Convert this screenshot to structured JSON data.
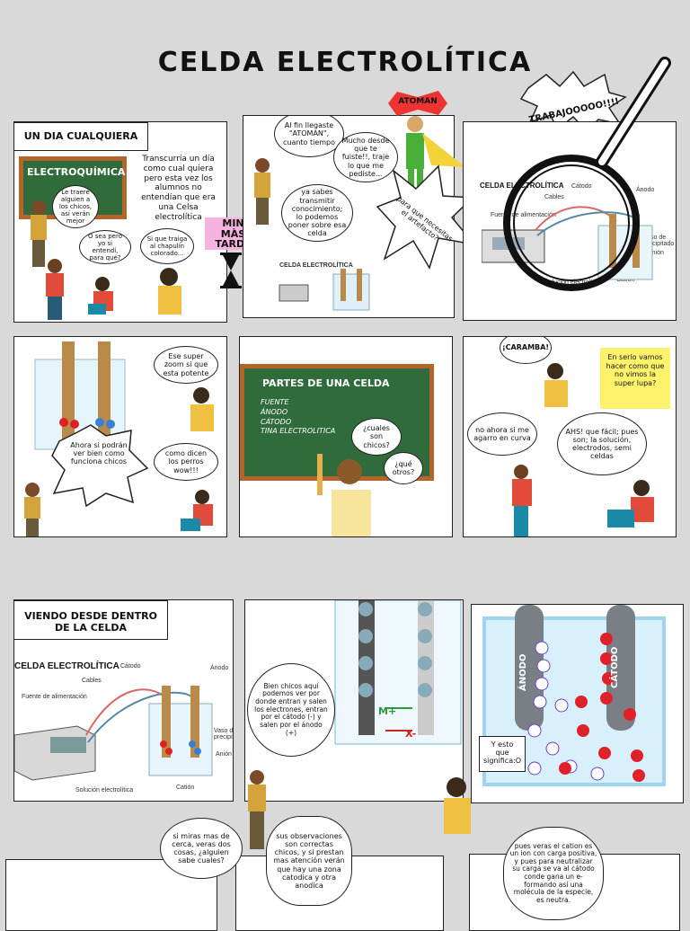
{
  "title": "CELDA ELECTROLÍTICA",
  "exclaim": "TRABAJOOOOO!!!!",
  "hero_tag": "ATOMAN",
  "time_tag": "MIN MÀS TARDE",
  "p1": {
    "caption": "UN DIA CUALQUIERA",
    "board": "ELECTROQUÍMICA",
    "narration": "Transcurría un día como cual quiera pero esta vez los alumnos no entendían que era una Celsa electrolítica",
    "b_teacher": "Le traeré alguien a los chicos, así verán mejor",
    "b_student1": "O sea pero yo si entendí, para qué?",
    "b_student2": "Si que traiga al chapulín colorado..."
  },
  "p2": {
    "b1": "Al fin llegaste \"ATOMAN\", cuanto tiempo",
    "b2": "Mucho desde que te fuiste!!, traje lo que me pediste...",
    "b3": "ya sabes transmitir conocimiento; lo podemos poner sobre esa celda",
    "b4": "para que necesitas el artefacto?",
    "mini_title": "CELDA ELECTROLÍTICA"
  },
  "p3": {
    "diagram_title": "CELDA ELECTROLÍTICA",
    "labels": [
      "Fuente de alimentación",
      "Cables",
      "Cátodo",
      "Ánodo",
      "Vaso de precipitado",
      "Anión",
      "Solución electrolítica",
      "Catión"
    ]
  },
  "p4": {
    "b1": "Ese super zoom si que esta potente",
    "b2": "Ahora si podrán ver bien como funciona chicos",
    "b3": "como dicen los perros wow!!!"
  },
  "p5": {
    "board_title": "PARTES DE UNA CELDA",
    "items": [
      "FUENTE",
      "ÁNODO",
      "CÁTODO",
      "TINA ELECTROLITICA"
    ],
    "b1": "¿cuales son chicos?",
    "b2": "¿qué otros?"
  },
  "p6": {
    "b1": "¡CARAMBA!",
    "note": "En serio vamos hacer como que no vimos la super lupa?",
    "b2": "no ahora si me agarro en curva",
    "b3": "AHS! que fácil; pues son; la solución, electrodos, semi celdas"
  },
  "p7": {
    "caption": "VIENDO DESDE DENTRO DE LA CELDA",
    "diagram_title": "CELDA ELECTROLÍTICA",
    "labels": [
      "Fuente de alimentación",
      "Cables",
      "Cátodo",
      "Ánodo",
      "Vaso de precipitado",
      "Anión",
      "Solución electrolítica",
      "Catión"
    ]
  },
  "p8": {
    "b1": "Bien chicos aquí podemos ver por donde entran y salen los electrones, entran por el cátodo (-) y salen por el ánodo (+)",
    "ion_label": "M+",
    "anion_label": "X-"
  },
  "p9": {
    "anode": "ÁNODO",
    "cathode": "CÁTODO",
    "b1": "Y esto que significa:O"
  },
  "bottom": {
    "b1": "si miras mas de cerca, veras dos cosas, ¿alguien sabe cuales?",
    "b2": "sus observaciones son correctas chicos, y si prestan mas atención verán que hay una zona catodica y otra anodica",
    "b3": "pues veras el cation es un ion con carga positiva, y pues para neutralizar su carga se va al cátodo conde gana un e- formando así una molécula de la especie, es neutra."
  },
  "colors": {
    "board": "#2f6b3b",
    "frame": "#b5652a",
    "cation": "#e0202a",
    "anion": "#6a3fd0",
    "hero": "#e33",
    "note": "#fff36b"
  }
}
